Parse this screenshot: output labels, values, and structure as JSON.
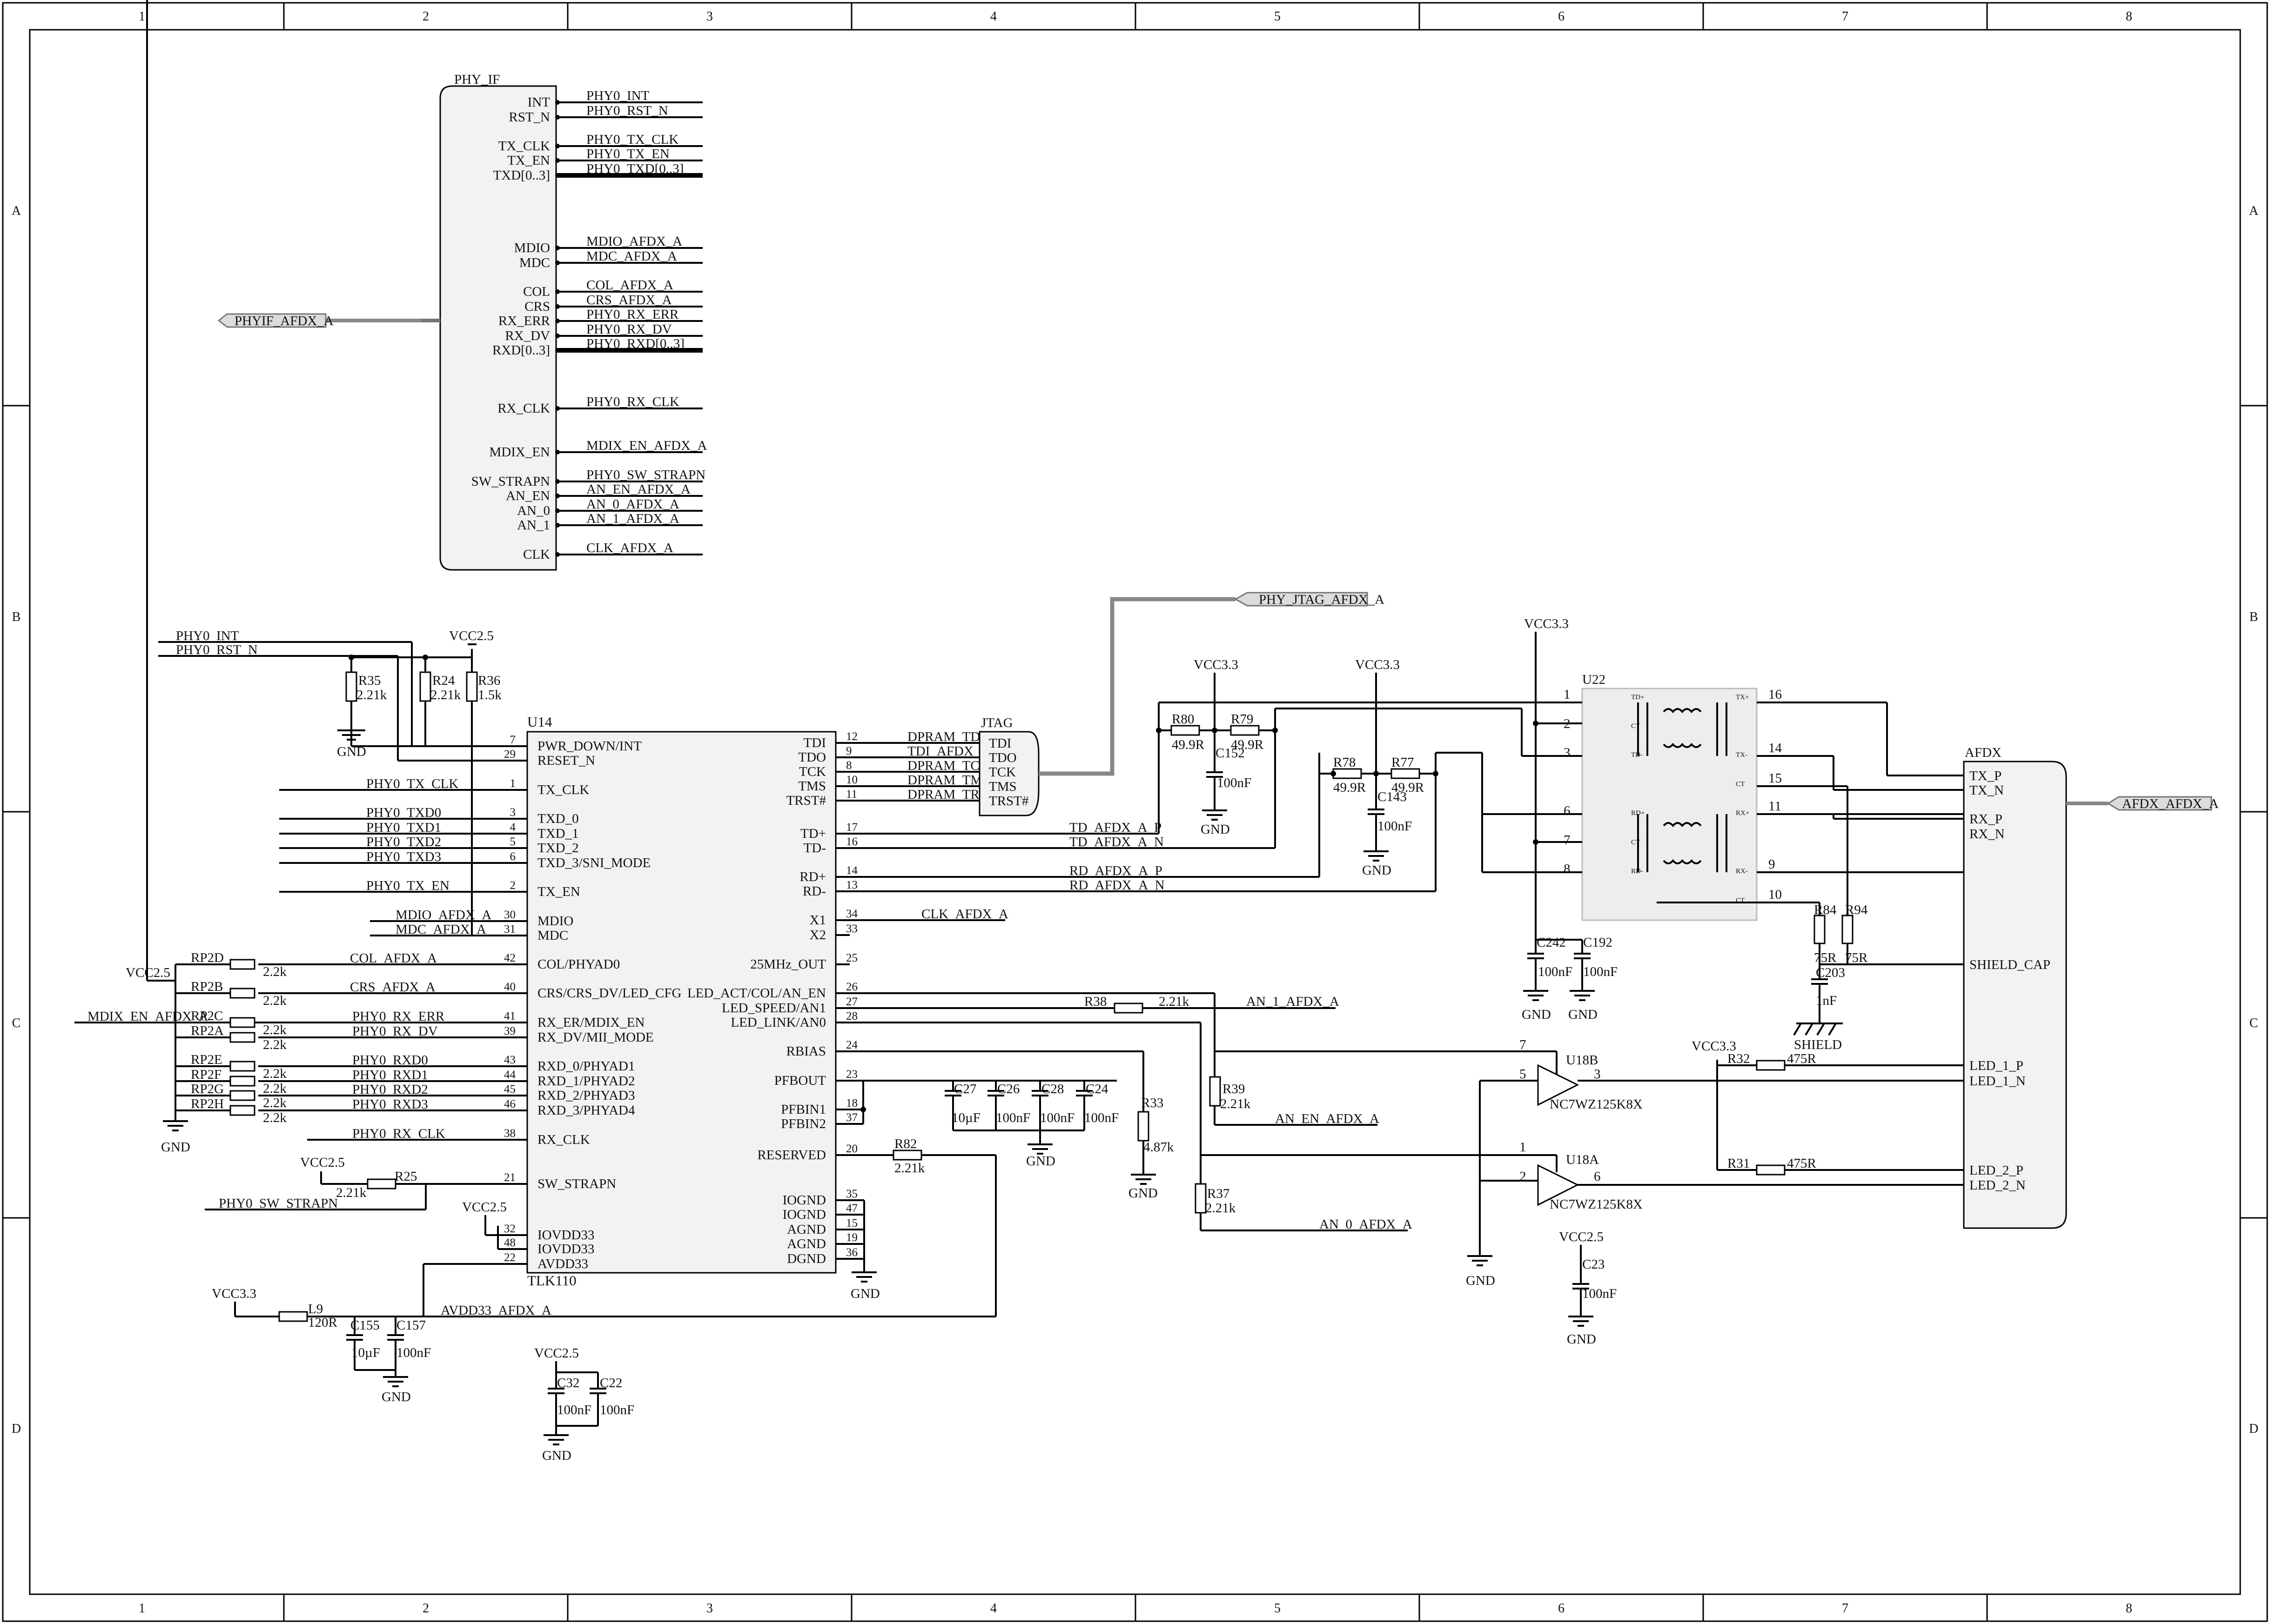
{
  "frame": {
    "columns": [
      "1",
      "2",
      "3",
      "4",
      "5",
      "6",
      "7",
      "8"
    ],
    "rows": [
      "A",
      "B",
      "C",
      "D"
    ]
  },
  "phy_if": {
    "ref": "PHY_IF",
    "port": "PHYIF_AFDX_A",
    "pins": [
      "INT",
      "RST_N",
      "TX_CLK",
      "TX_EN",
      "TXD[0..3]",
      "MDIO",
      "MDC",
      "COL",
      "CRS",
      "RX_ERR",
      "RX_DV",
      "RXD[0..3]",
      "RX_CLK",
      "MDIX_EN",
      "SW_STRAPN",
      "AN_EN",
      "AN_0",
      "AN_1",
      "CLK"
    ],
    "nets": [
      "PHY0_INT",
      "PHY0_RST_N",
      "PHY0_TX_CLK",
      "PHY0_TX_EN",
      "PHY0_TXD[0..3]",
      "MDIO_AFDX_A",
      "MDC_AFDX_A",
      "COL_AFDX_A",
      "CRS_AFDX_A",
      "PHY0_RX_ERR",
      "PHY0_RX_DV",
      "PHY0_RXD[0..3]",
      "PHY0_RX_CLK",
      "MDIX_EN_AFDX_A",
      "PHY0_SW_STRAPN",
      "AN_EN_AFDX_A",
      "AN_0_AFDX_A",
      "AN_1_AFDX_A",
      "CLK_AFDX_A"
    ]
  },
  "u14": {
    "ref": "U14",
    "part": "TLK110",
    "left_pins": [
      {
        "num": "7",
        "name": "PWR_DOWN/INT"
      },
      {
        "num": "29",
        "name": "RESET_N"
      },
      {
        "num": "1",
        "name": "TX_CLK"
      },
      {
        "num": "3",
        "name": "TXD_0"
      },
      {
        "num": "4",
        "name": "TXD_1"
      },
      {
        "num": "5",
        "name": "TXD_2"
      },
      {
        "num": "6",
        "name": "TXD_3/SNI_MODE"
      },
      {
        "num": "2",
        "name": "TX_EN"
      },
      {
        "num": "30",
        "name": "MDIO"
      },
      {
        "num": "31",
        "name": "MDC"
      },
      {
        "num": "42",
        "name": "COL/PHYAD0"
      },
      {
        "num": "40",
        "name": "CRS/CRS_DV/LED_CFG"
      },
      {
        "num": "41",
        "name": "RX_ER/MDIX_EN"
      },
      {
        "num": "39",
        "name": "RX_DV/MII_MODE"
      },
      {
        "num": "43",
        "name": "RXD_0/PHYAD1"
      },
      {
        "num": "44",
        "name": "RXD_1/PHYAD2"
      },
      {
        "num": "45",
        "name": "RXD_2/PHYAD3"
      },
      {
        "num": "46",
        "name": "RXD_3/PHYAD4"
      },
      {
        "num": "38",
        "name": "RX_CLK"
      },
      {
        "num": "21",
        "name": "SW_STRAPN"
      },
      {
        "num": "32",
        "name": "IOVDD33"
      },
      {
        "num": "48",
        "name": "IOVDD33"
      },
      {
        "num": "22",
        "name": "AVDD33"
      }
    ],
    "right_pins": [
      {
        "num": "12",
        "name": "TDI"
      },
      {
        "num": "9",
        "name": "TDO"
      },
      {
        "num": "8",
        "name": "TCK"
      },
      {
        "num": "10",
        "name": "TMS"
      },
      {
        "num": "11",
        "name": "TRST#"
      },
      {
        "num": "17",
        "name": "TD+"
      },
      {
        "num": "16",
        "name": "TD-"
      },
      {
        "num": "14",
        "name": "RD+"
      },
      {
        "num": "13",
        "name": "RD-"
      },
      {
        "num": "34",
        "name": "X1"
      },
      {
        "num": "33",
        "name": "X2"
      },
      {
        "num": "25",
        "name": "25MHz_OUT"
      },
      {
        "num": "26",
        "name": "LED_ACT/COL/AN_EN"
      },
      {
        "num": "27",
        "name": "LED_SPEED/AN1"
      },
      {
        "num": "28",
        "name": "LED_LINK/AN0"
      },
      {
        "num": "24",
        "name": "RBIAS"
      },
      {
        "num": "23",
        "name": "PFBOUT"
      },
      {
        "num": "18",
        "name": "PFBIN1"
      },
      {
        "num": "37",
        "name": "PFBIN2"
      },
      {
        "num": "20",
        "name": "RESERVED"
      },
      {
        "num": "35",
        "name": "IOGND"
      },
      {
        "num": "47",
        "name": "IOGND"
      },
      {
        "num": "15",
        "name": "AGND"
      },
      {
        "num": "19",
        "name": "AGND"
      },
      {
        "num": "36",
        "name": "DGND"
      }
    ]
  },
  "left_nets": [
    "PHY0_INT",
    "PHY0_RST_N",
    "PHY0_TX_CLK",
    "PHY0_TXD0",
    "PHY0_TXD1",
    "PHY0_TXD2",
    "PHY0_TXD3",
    "PHY0_TX_EN",
    "MDIO_AFDX_A",
    "MDC_AFDX_A",
    "COL_AFDX_A",
    "CRS_AFDX_A",
    "PHY0_RX_ERR",
    "PHY0_RX_DV",
    "PHY0_RXD0",
    "PHY0_RXD1",
    "PHY0_RXD2",
    "PHY0_RXD3",
    "PHY0_RX_CLK",
    "PHY0_SW_STRAPN",
    "MDIX_EN_AFDX_A",
    "AVDD33_AFDX_A"
  ],
  "right_nets": [
    "DPRAM_TDO",
    "TDI_AFDX_A",
    "DPRAM_TCK",
    "DPRAM_TMS",
    "DPRAM_TRST",
    "TD_AFDX_A_P",
    "TD_AFDX_A_N",
    "RD_AFDX_A_P",
    "RD_AFDX_A_N",
    "CLK_AFDX_A",
    "AN_1_AFDX_A",
    "AN_EN_AFDX_A",
    "AN_0_AFDX_A"
  ],
  "jtag": {
    "ref": "JTAG",
    "pins": [
      "TDI",
      "TDO",
      "TCK",
      "TMS",
      "TRST#"
    ],
    "port": "PHY_JTAG_AFDX_A"
  },
  "power": {
    "vcc25": "VCC2.5",
    "vcc33": "VCC3.3",
    "gnd": "GND",
    "shield": "SHIELD"
  },
  "rp": {
    "refs": [
      "RP2D",
      "RP2B",
      "RP2C",
      "RP2A",
      "RP2E",
      "RP2F",
      "RP2G",
      "RP2H"
    ],
    "value": "2.2k"
  },
  "resistors": [
    {
      "ref": "R35",
      "value": "2.21k"
    },
    {
      "ref": "R24",
      "value": "2.21k"
    },
    {
      "ref": "R36",
      "value": "1.5k"
    },
    {
      "ref": "R25",
      "value": "2.21k"
    },
    {
      "ref": "R82",
      "value": "2.21k"
    },
    {
      "ref": "R38",
      "value": "2.21k"
    },
    {
      "ref": "R39",
      "value": "2.21k"
    },
    {
      "ref": "R37",
      "value": "2.21k"
    },
    {
      "ref": "R33",
      "value": "4.87k"
    },
    {
      "ref": "R80",
      "value": "49.9R"
    },
    {
      "ref": "R79",
      "value": "49.9R"
    },
    {
      "ref": "R78",
      "value": "49.9R"
    },
    {
      "ref": "R77",
      "value": "49.9R"
    },
    {
      "ref": "R84",
      "value": "75R"
    },
    {
      "ref": "R94",
      "value": "75R"
    },
    {
      "ref": "R32",
      "value": "475R"
    },
    {
      "ref": "R31",
      "value": "475R"
    },
    {
      "ref": "L9",
      "value": "120R"
    }
  ],
  "caps": [
    {
      "ref": "C155",
      "value": "10µF"
    },
    {
      "ref": "C157",
      "value": "100nF"
    },
    {
      "ref": "C32",
      "value": "100nF"
    },
    {
      "ref": "C22",
      "value": "100nF"
    },
    {
      "ref": "C27",
      "value": "10µF"
    },
    {
      "ref": "C26",
      "value": "100nF"
    },
    {
      "ref": "C28",
      "value": "100nF"
    },
    {
      "ref": "C24",
      "value": "100nF"
    },
    {
      "ref": "C152",
      "value": "100nF"
    },
    {
      "ref": "C143",
      "value": "100nF"
    },
    {
      "ref": "C242",
      "value": "100nF"
    },
    {
      "ref": "C192",
      "value": "100nF"
    },
    {
      "ref": "C203",
      "value": "1nF"
    },
    {
      "ref": "C23",
      "value": "100nF"
    }
  ],
  "u22": {
    "ref": "U22",
    "pins": [
      "1",
      "2",
      "3",
      "6",
      "7",
      "8",
      "16",
      "14",
      "15",
      "11",
      "9",
      "10"
    ],
    "marks": [
      "TD+",
      "CT",
      "TD-",
      "RD+",
      "CT",
      "RD-",
      "TX+",
      "TX-",
      "CT",
      "RX+",
      "RX-",
      "CT"
    ]
  },
  "buffers": [
    {
      "ref": "U18B",
      "part": "NC7WZ125K8X",
      "pins": [
        "7",
        "5",
        "3"
      ]
    },
    {
      "ref": "U18A",
      "part": "NC7WZ125K8X",
      "pins": [
        "1",
        "2",
        "6"
      ]
    }
  ],
  "afdx": {
    "ref": "AFDX",
    "port": "AFDX_AFDX_A",
    "pins": [
      "TX_P",
      "TX_N",
      "RX_P",
      "RX_N",
      "SHIELD_CAP",
      "LED_1_P",
      "LED_1_N",
      "LED_2_P",
      "LED_2_N"
    ]
  }
}
